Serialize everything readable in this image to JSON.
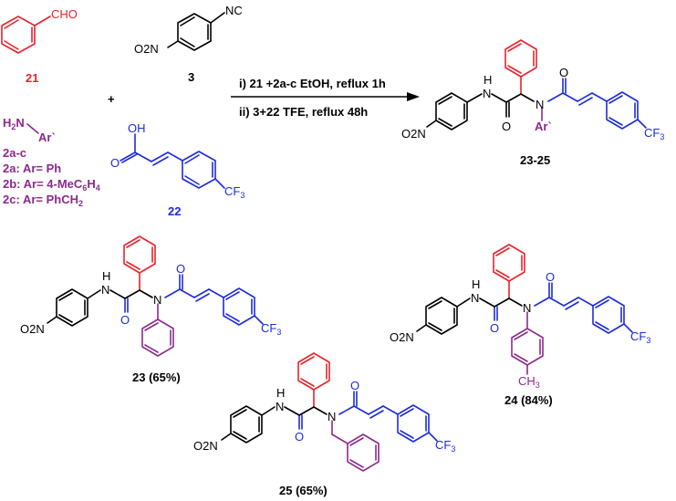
{
  "colors": {
    "benzaldehyde": "#e8232b",
    "acid": "#1d2bdc",
    "amine": "#8b2a8b",
    "isocyanide": "#000000"
  },
  "reactants": {
    "aldehyde": {
      "group": "CHO",
      "number": "21"
    },
    "isocyanide": {
      "group": "NC",
      "nitro": "O2N",
      "number": "3"
    },
    "plus": "+",
    "amine": {
      "formula_h": "H",
      "formula_sub": "2",
      "formula_n": "N",
      "formula_ar": "Ar`",
      "range": "2a-c",
      "variants": [
        {
          "id": "2a:",
          "text": "Ar= Ph"
        },
        {
          "id": "2b:",
          "text": "Ar= 4-MeC",
          "sub": "6",
          "tail": "H",
          "sub2": "4"
        },
        {
          "id": "2c:",
          "text": "Ar= PhCH",
          "sub": "2"
        }
      ]
    },
    "acid": {
      "oh": "OH",
      "o": "O",
      "cf3": "CF",
      "cf3_sub": "3",
      "number": "22"
    }
  },
  "conditions": {
    "step1": "i) 21 +2a-c EtOH, reflux  1h",
    "step2": "ii) 3+22 TFE, reflux  48h"
  },
  "general_product": {
    "label": "23-25",
    "ar": "Ar`"
  },
  "common_atoms": {
    "nh_h": "H",
    "nh_n": "N",
    "n": "N",
    "o": "O",
    "nitro": "O2N",
    "cf": "CF",
    "cf_sub": "3",
    "ch": "CH",
    "ch_sub": "3"
  },
  "products": [
    {
      "label": "23 (65%)"
    },
    {
      "label": "24 (84%)"
    },
    {
      "label": "25 (65%)"
    }
  ]
}
